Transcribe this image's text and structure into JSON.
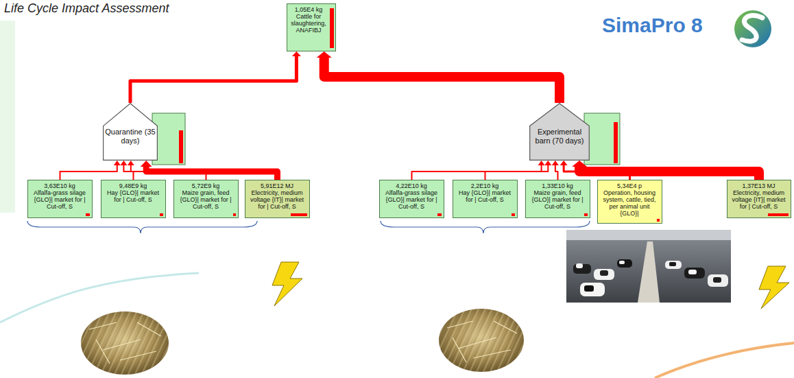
{
  "diagram": {
    "title": "Life Cycle Impact Assessment",
    "nodes": [
      {
        "text": [
          "1,05E4 kg",
          "Cattle for slaughtering, ANAFIBJ"
        ]
      },
      {
        "text": [
          "Quarantine (35 days)"
        ]
      },
      {
        "text": [
          "3,63E10 kg",
          "Alfalfa-grass silage {GLO}| market for | Cut-off, S"
        ]
      },
      {
        "text": [
          "9,48E9 kg",
          "Hay {GLO}| market for | Cut-off, S"
        ]
      },
      {
        "text": [
          "5,72E9 kg",
          "Maize grain, feed {GLO}| market for | Cut-off, S"
        ]
      },
      {
        "text": [
          "5,91E12 MJ",
          "Electricity, medium voltage {IT}| market for | Cut-off, S"
        ]
      },
      {
        "text": [
          "Experimental barn (70 days)"
        ]
      },
      {
        "text": [
          "4,22E10 kg",
          "Alfalfa-grass silage {GLO}| market for | Cut-off, S"
        ]
      },
      {
        "text": [
          "2,2E10 kg",
          "Hay {GLO}| market for | Cut-off, S"
        ]
      },
      {
        "text": [
          "1,33E10 kg",
          "Maize grain, feed {GLO}| market for | Cut-off, S"
        ]
      },
      {
        "text": [
          "5,34E4 p",
          "Operation, housing system, cattle, tied, per animal unit {GLO}|"
        ]
      },
      {
        "text": [
          "1,37E13 MJ",
          "Electricity, medium voltage {IT}| market for | Cut-off, S"
        ]
      }
    ],
    "edges": [
      {
        "from": 1,
        "to": 0,
        "arrow": "to"
      },
      {
        "from": 6,
        "to": 0,
        "arrow": "to"
      },
      {
        "from": 2,
        "to": 1,
        "arrow": "to"
      },
      {
        "from": 3,
        "to": 1,
        "arrow": "to"
      },
      {
        "from": 4,
        "to": 1,
        "arrow": "to"
      },
      {
        "from": 5,
        "to": 1,
        "arrow": "to"
      },
      {
        "from": 7,
        "to": 6,
        "arrow": "to"
      },
      {
        "from": 8,
        "to": 6,
        "arrow": "to"
      },
      {
        "from": 9,
        "to": 6,
        "arrow": "to"
      },
      {
        "from": 10,
        "to": 6,
        "arrow": "to"
      },
      {
        "from": 11,
        "to": 6,
        "arrow": "to"
      }
    ],
    "labels": [
      "SimaPro 8"
    ]
  }
}
